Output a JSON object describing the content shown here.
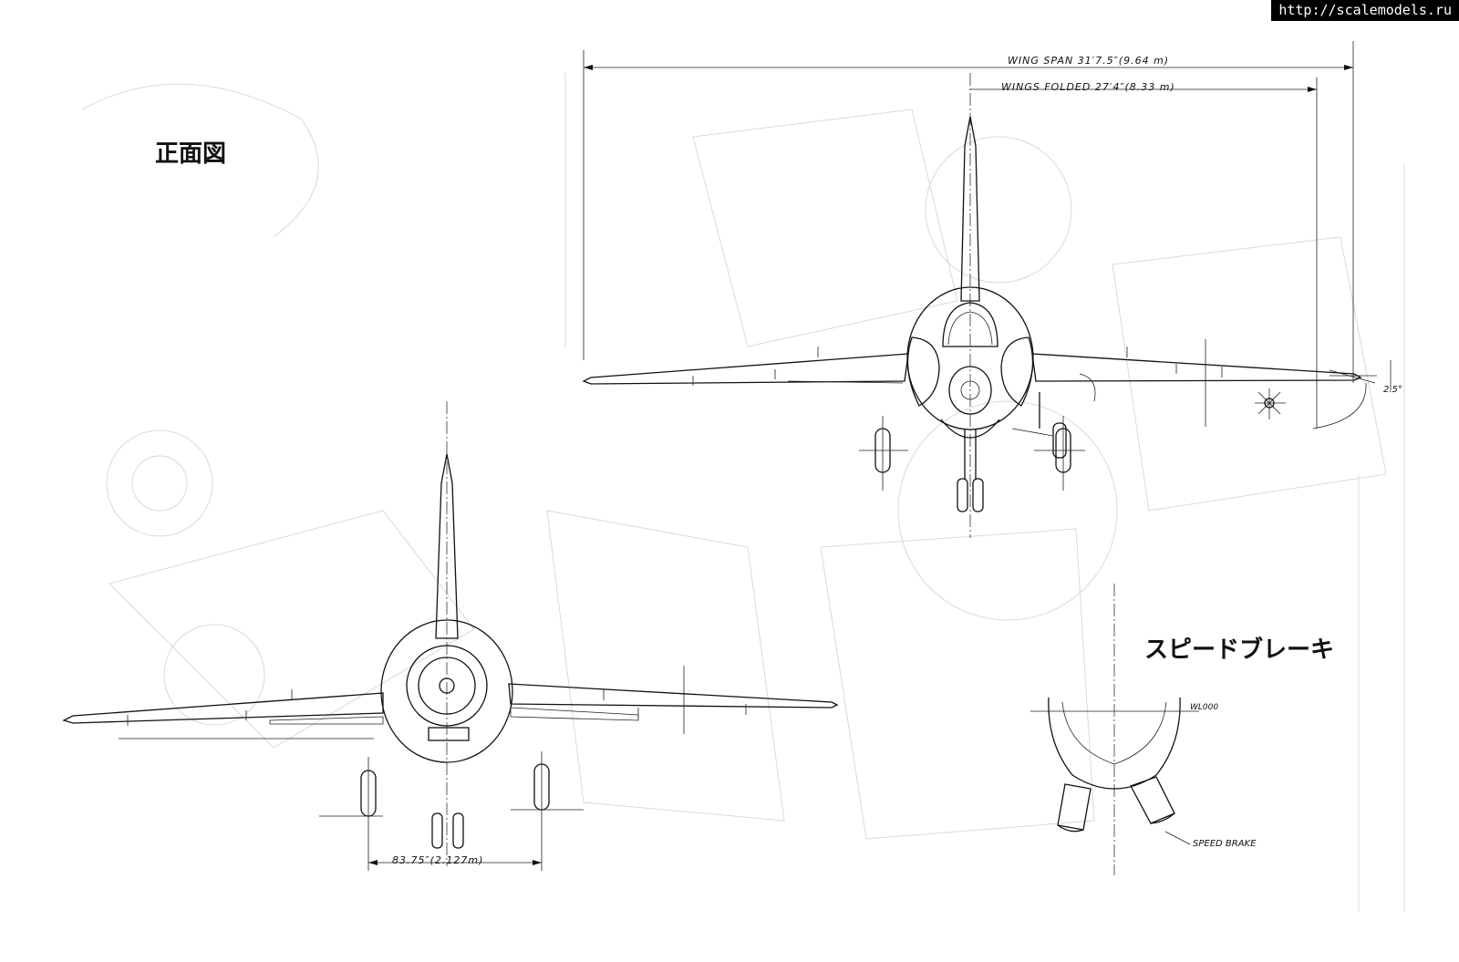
{
  "watermark": "http://scalemodels.ru",
  "front_view": {
    "title": "正面図",
    "wing_span_label": "WING SPAN  31′7.5″(9.64 m)",
    "wings_folded_label": "WINGS FOLDED  27′4″(8.33 m)",
    "dihedral_label": "2.5°"
  },
  "rear_view": {
    "track_label": "83.75″(2.127m)"
  },
  "speed_brake_view": {
    "title": "スピードブレーキ",
    "waterline_label": "WL000",
    "speed_brake_label": "SPEED BRAKE"
  }
}
